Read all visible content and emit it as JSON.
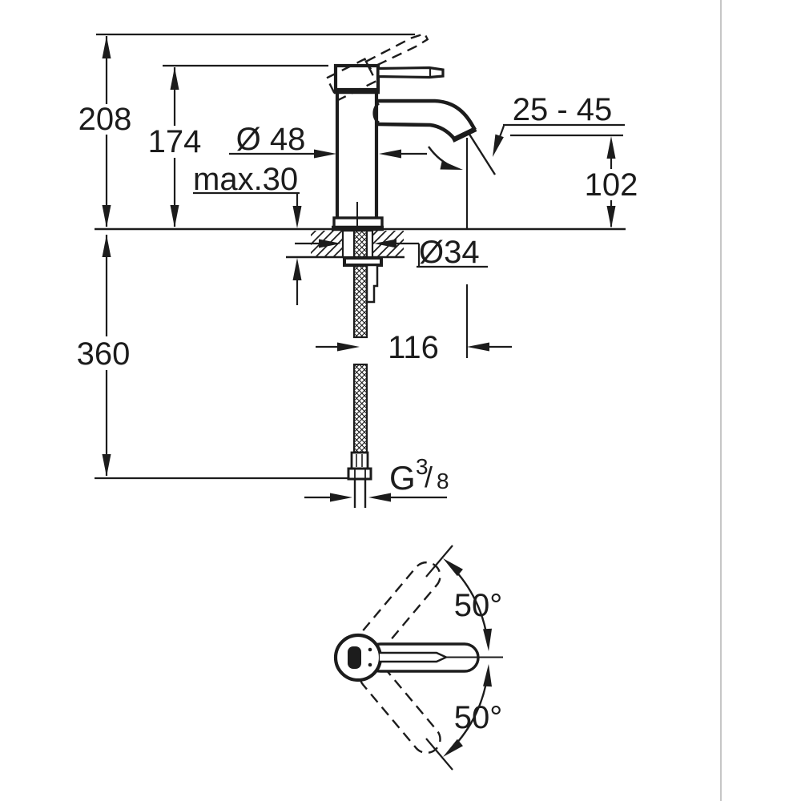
{
  "drawing_title": "single-lever-basin-mixer-dimensional-drawing",
  "side_view": {
    "labels": {
      "total_height": "208",
      "body_height": "174",
      "body_diameter": "Ø 48",
      "max_counter_thickness": "max.30",
      "spray_angle_range": "25 - 45",
      "spout_outlet_height": "102",
      "hole_diameter": "Ø34",
      "spout_reach": "116",
      "connection_length": "360",
      "thread_letter": "G",
      "thread_numerator": "3",
      "thread_divider": "/",
      "thread_denominator": "8"
    }
  },
  "top_view": {
    "labels": {
      "swivel_angle_upper": "50°",
      "swivel_angle_lower": "50°"
    }
  },
  "colors": {
    "ink": "#1c1c1c",
    "frame_line": "#c6c6c6",
    "background": "#ffffff"
  }
}
